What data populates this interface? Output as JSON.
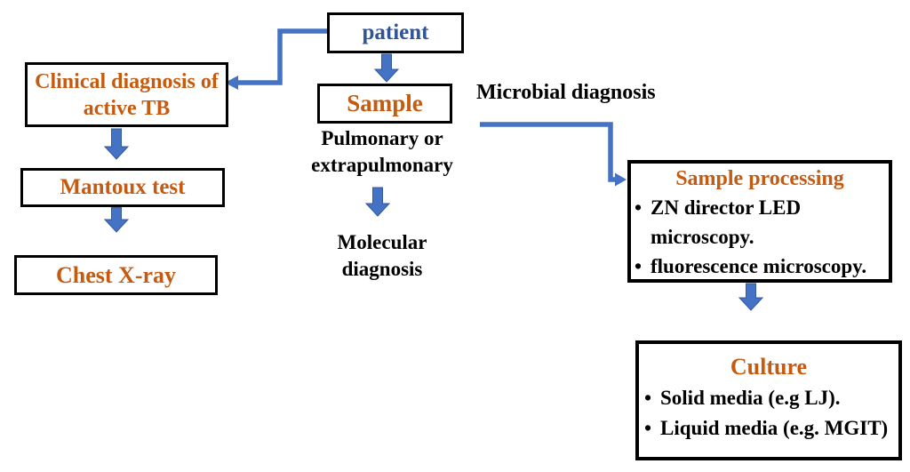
{
  "colors": {
    "paper": "#ffffff",
    "ink": "#000000",
    "accent_blue": "#4472C4",
    "patient_blue": "#2F5597",
    "heading_orange": "#C55A11"
  },
  "bullet_char": "•",
  "nodes": {
    "patient": {
      "label": "patient"
    },
    "clinical_diagnosis": {
      "label": "Clinical diagnosis of active TB",
      "lines": [
        "Clinical diagnosis of",
        "active TB"
      ]
    },
    "mantoux_test": {
      "label": "Mantoux test"
    },
    "chest_xray": {
      "label": "Chest X-ray"
    },
    "sample": {
      "label": "Sample"
    },
    "sample_processing": {
      "title": "Sample processing",
      "items": [
        {
          "text": "ZN director LED microscopy.",
          "lines": [
            "ZN director LED",
            "microscopy."
          ]
        },
        {
          "text": "fluorescence microscopy."
        }
      ]
    },
    "culture": {
      "title": "Culture",
      "items": [
        {
          "text": "Solid media (e.g LJ)."
        },
        {
          "text": "Liquid media (e.g. MGIT)"
        }
      ]
    }
  },
  "labels": {
    "sample_type": {
      "text": "Pulmonary or extrapulmonary",
      "lines": [
        "Pulmonary or",
        "extrapulmonary"
      ]
    },
    "molecular": {
      "text": "Molecular diagnosis",
      "lines": [
        "Molecular",
        "diagnosis"
      ]
    },
    "microbial": {
      "text": "Microbial diagnosis"
    }
  }
}
